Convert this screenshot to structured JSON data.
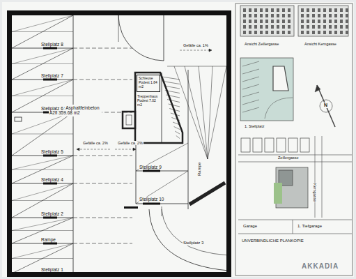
{
  "diagram": {
    "nodes": [
      {
        "text": [
          "Garage Asphaltfeinbeton A2fl 359.68 m2"
        ]
      },
      {
        "text": [
          "Schleuse Podest 1.84 m2"
        ],
        "in": 0
      },
      {
        "text": [
          "Treppenhaus Podest 7.02 m2"
        ],
        "in": 0
      }
    ],
    "labels": [
      "Stellplatz 8",
      "Stellplatz 7",
      "Stellplatz 6",
      "Gefälle ca. 1%",
      "Stellplatz 5",
      "Gefälle ca. 2%",
      "Gefälle ca. 2%",
      "Stellplatz 9",
      "Stellplatz 4",
      "Stellplatz 10",
      "Rampe",
      "Stellplatz 3",
      "Stellplatz 2",
      "Rampe",
      "Stellplatz 1",
      "Ansicht Zeillergasse",
      "Ansicht Kerngasse",
      "1. Stellplatz",
      "N",
      "Zeillergasse",
      "Kerngasse",
      "Garage",
      "1. Tiefgarage",
      "UNVERBINDLICHE PLANKOPIE",
      "AKKADIA"
    ]
  }
}
